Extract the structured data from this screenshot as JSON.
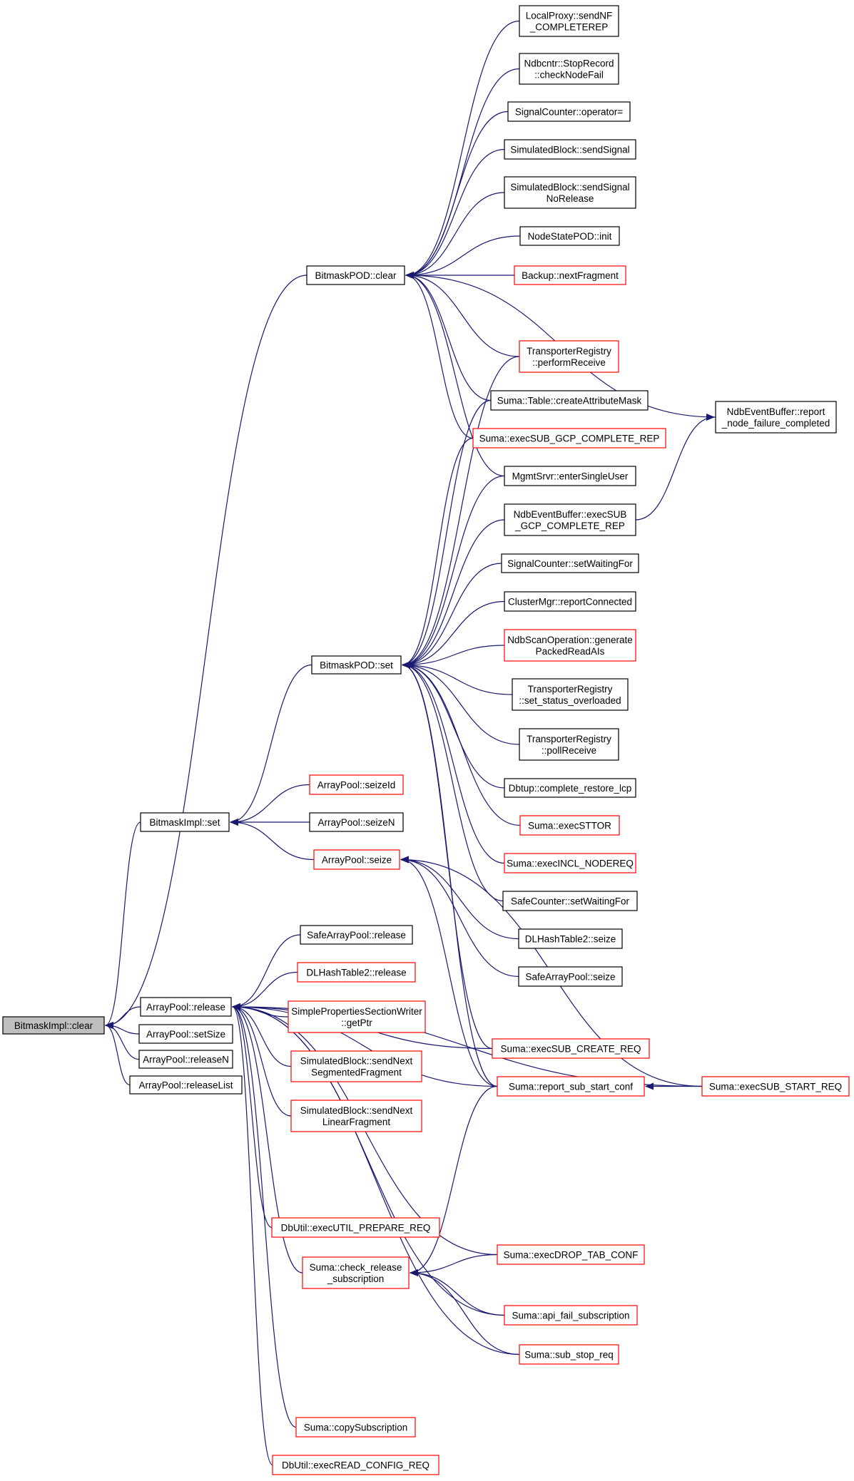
{
  "nodes": [
    {
      "id": "root",
      "lines": [
        "BitmaskImpl::clear"
      ],
      "style": "root"
    },
    {
      "id": "bpclear",
      "lines": [
        "BitmaskPOD::clear"
      ],
      "style": "black"
    },
    {
      "id": "bpset",
      "lines": [
        "BitmaskPOD::set"
      ],
      "style": "black"
    },
    {
      "id": "biset",
      "lines": [
        "BitmaskImpl::set"
      ],
      "style": "black"
    },
    {
      "id": "aprel",
      "lines": [
        "ArrayPool::release"
      ],
      "style": "black"
    },
    {
      "id": "apsetsize",
      "lines": [
        "ArrayPool::setSize"
      ],
      "style": "black"
    },
    {
      "id": "aprelN",
      "lines": [
        "ArrayPool::releaseN"
      ],
      "style": "black"
    },
    {
      "id": "aprelL",
      "lines": [
        "ArrayPool::releaseList"
      ],
      "style": "black"
    },
    {
      "id": "lp",
      "lines": [
        "LocalProxy::sendNF",
        "_COMPLETEREP"
      ],
      "style": "black"
    },
    {
      "id": "ndbcntr",
      "lines": [
        "Ndbcntr::StopRecord",
        "::checkNodeFail"
      ],
      "style": "black"
    },
    {
      "id": "sigop",
      "lines": [
        "SignalCounter::operator="
      ],
      "style": "black"
    },
    {
      "id": "sbsend",
      "lines": [
        "SimulatedBlock::sendSignal"
      ],
      "style": "black"
    },
    {
      "id": "sbsendnr",
      "lines": [
        "SimulatedBlock::sendSignal",
        "NoRelease"
      ],
      "style": "black"
    },
    {
      "id": "nsinit",
      "lines": [
        "NodeStatePOD::init"
      ],
      "style": "black"
    },
    {
      "id": "backup",
      "lines": [
        "Backup::nextFragment"
      ],
      "style": "red"
    },
    {
      "id": "trperf",
      "lines": [
        "TransporterRegistry",
        "::performReceive"
      ],
      "style": "red"
    },
    {
      "id": "sumatable",
      "lines": [
        "Suma::Table::createAttributeMask"
      ],
      "style": "black"
    },
    {
      "id": "sumagcp",
      "lines": [
        "Suma::execSUB_GCP_COMPLETE_REP"
      ],
      "style": "red"
    },
    {
      "id": "mgmt",
      "lines": [
        "MgmtSrvr::enterSingleUser"
      ],
      "style": "black"
    },
    {
      "id": "ndbeb",
      "lines": [
        "NdbEventBuffer::execSUB",
        "_GCP_COMPLETE_REP"
      ],
      "style": "black"
    },
    {
      "id": "ndbebrep",
      "lines": [
        "NdbEventBuffer::report",
        "_node_failure_completed"
      ],
      "style": "black"
    },
    {
      "id": "scwait",
      "lines": [
        "SignalCounter::setWaitingFor"
      ],
      "style": "black"
    },
    {
      "id": "cmgr",
      "lines": [
        "ClusterMgr::reportConnected"
      ],
      "style": "black"
    },
    {
      "id": "ndbscan",
      "lines": [
        "NdbScanOperation::generate",
        "PackedReadAIs"
      ],
      "style": "red"
    },
    {
      "id": "trset",
      "lines": [
        "TransporterRegistry",
        "::set_status_overloaded"
      ],
      "style": "black"
    },
    {
      "id": "trpoll",
      "lines": [
        "TransporterRegistry",
        "::pollReceive"
      ],
      "style": "black"
    },
    {
      "id": "dbtup",
      "lines": [
        "Dbtup::complete_restore_lcp"
      ],
      "style": "black"
    },
    {
      "id": "sumasttor",
      "lines": [
        "Suma::execSTTOR"
      ],
      "style": "red"
    },
    {
      "id": "sumaincl",
      "lines": [
        "Suma::execINCL_NODEREQ"
      ],
      "style": "red"
    },
    {
      "id": "sfcwait",
      "lines": [
        "SafeCounter::setWaitingFor"
      ],
      "style": "black"
    },
    {
      "id": "dlseize",
      "lines": [
        "DLHashTable2::seize"
      ],
      "style": "black"
    },
    {
      "id": "sapseize",
      "lines": [
        "SafeArrayPool::seize"
      ],
      "style": "black"
    },
    {
      "id": "apseizeid",
      "lines": [
        "ArrayPool::seizeId"
      ],
      "style": "red"
    },
    {
      "id": "apseizen",
      "lines": [
        "ArrayPool::seizeN"
      ],
      "style": "black"
    },
    {
      "id": "apseize",
      "lines": [
        "ArrayPool::seize"
      ],
      "style": "red"
    },
    {
      "id": "saprel",
      "lines": [
        "SafeArrayPool::release"
      ],
      "style": "black"
    },
    {
      "id": "dlrel",
      "lines": [
        "DLHashTable2::release"
      ],
      "style": "red"
    },
    {
      "id": "spsw",
      "lines": [
        "SimplePropertiesSectionWriter",
        "::getPtr"
      ],
      "style": "red"
    },
    {
      "id": "sbseg",
      "lines": [
        "SimulatedBlock::sendNext",
        "SegmentedFragment"
      ],
      "style": "red"
    },
    {
      "id": "sblin",
      "lines": [
        "SimulatedBlock::sendNext",
        "LinearFragment"
      ],
      "style": "red"
    },
    {
      "id": "sumacreate",
      "lines": [
        "Suma::execSUB_CREATE_REQ"
      ],
      "style": "red"
    },
    {
      "id": "sumarsc",
      "lines": [
        "Suma::report_sub_start_conf"
      ],
      "style": "red"
    },
    {
      "id": "sumastart",
      "lines": [
        "Suma::execSUB_START_REQ"
      ],
      "style": "red"
    },
    {
      "id": "dbutilprep",
      "lines": [
        "DbUtil::execUTIL_PREPARE_REQ"
      ],
      "style": "red"
    },
    {
      "id": "sumachk",
      "lines": [
        "Suma::check_release",
        "_subscription"
      ],
      "style": "red"
    },
    {
      "id": "sumadrop",
      "lines": [
        "Suma::execDROP_TAB_CONF"
      ],
      "style": "red"
    },
    {
      "id": "sumaapi",
      "lines": [
        "Suma::api_fail_subscription"
      ],
      "style": "red"
    },
    {
      "id": "sumastop",
      "lines": [
        "Suma::sub_stop_req"
      ],
      "style": "red"
    },
    {
      "id": "sumacopy",
      "lines": [
        "Suma::copySubscription"
      ],
      "style": "red"
    },
    {
      "id": "dbutilread",
      "lines": [
        "DbUtil::execREAD_CONFIG_REQ"
      ],
      "style": "red"
    }
  ],
  "edges": [
    [
      "root",
      "bpclear"
    ],
    [
      "root",
      "biset"
    ],
    [
      "root",
      "aprel"
    ],
    [
      "root",
      "apsetsize"
    ],
    [
      "root",
      "aprelN"
    ],
    [
      "root",
      "aprelL"
    ],
    [
      "bpclear",
      "lp"
    ],
    [
      "bpclear",
      "ndbcntr"
    ],
    [
      "bpclear",
      "sigop"
    ],
    [
      "bpclear",
      "sbsend"
    ],
    [
      "bpclear",
      "sbsendnr"
    ],
    [
      "bpclear",
      "nsinit"
    ],
    [
      "bpclear",
      "backup"
    ],
    [
      "bpclear",
      "trperf"
    ],
    [
      "bpclear",
      "sumatable"
    ],
    [
      "bpclear",
      "sumagcp"
    ],
    [
      "bpclear",
      "mgmt"
    ],
    [
      "bpclear",
      "ndbebrep"
    ],
    [
      "bpset",
      "trperf"
    ],
    [
      "bpset",
      "sumatable"
    ],
    [
      "bpset",
      "sumagcp"
    ],
    [
      "bpset",
      "mgmt"
    ],
    [
      "bpset",
      "ndbeb"
    ],
    [
      "bpset",
      "scwait"
    ],
    [
      "bpset",
      "cmgr"
    ],
    [
      "bpset",
      "ndbscan"
    ],
    [
      "bpset",
      "trset"
    ],
    [
      "bpset",
      "trpoll"
    ],
    [
      "bpset",
      "dbtup"
    ],
    [
      "bpset",
      "sumasttor"
    ],
    [
      "bpset",
      "sumaincl"
    ],
    [
      "bpset",
      "sfcwait"
    ],
    [
      "bpset",
      "sumacreate"
    ],
    [
      "bpset",
      "sumarsc"
    ],
    [
      "ndbebrep",
      "ndbeb"
    ],
    [
      "biset",
      "bpset"
    ],
    [
      "biset",
      "apseizeid"
    ],
    [
      "biset",
      "apseizen"
    ],
    [
      "biset",
      "apseize"
    ],
    [
      "apseize",
      "dlseize"
    ],
    [
      "apseize",
      "sapseize"
    ],
    [
      "apseize",
      "sumarsc"
    ],
    [
      "apseize",
      "sumastart"
    ],
    [
      "aprel",
      "saprel"
    ],
    [
      "aprel",
      "dlrel"
    ],
    [
      "aprel",
      "spsw"
    ],
    [
      "aprel",
      "sbseg"
    ],
    [
      "aprel",
      "sblin"
    ],
    [
      "aprel",
      "sumacreate"
    ],
    [
      "aprel",
      "sumarsc"
    ],
    [
      "aprel",
      "dbutilprep"
    ],
    [
      "aprel",
      "sumachk"
    ],
    [
      "aprel",
      "sumadrop"
    ],
    [
      "aprel",
      "sumaapi"
    ],
    [
      "aprel",
      "sumastop"
    ],
    [
      "aprel",
      "sumastart"
    ],
    [
      "aprel",
      "sumacopy"
    ],
    [
      "aprel",
      "dbutilread"
    ],
    [
      "sumarsc",
      "sumastart"
    ],
    [
      "sumachk",
      "sumarsc"
    ],
    [
      "sumachk",
      "sumadrop"
    ],
    [
      "sumachk",
      "sumaapi"
    ],
    [
      "sumachk",
      "sumastop"
    ]
  ],
  "colors": {
    "edge": "#191970",
    "node_border": "#000000",
    "node_red": "#ff0000",
    "root_fill": "#bfbfbf",
    "background": "#ffffff"
  }
}
